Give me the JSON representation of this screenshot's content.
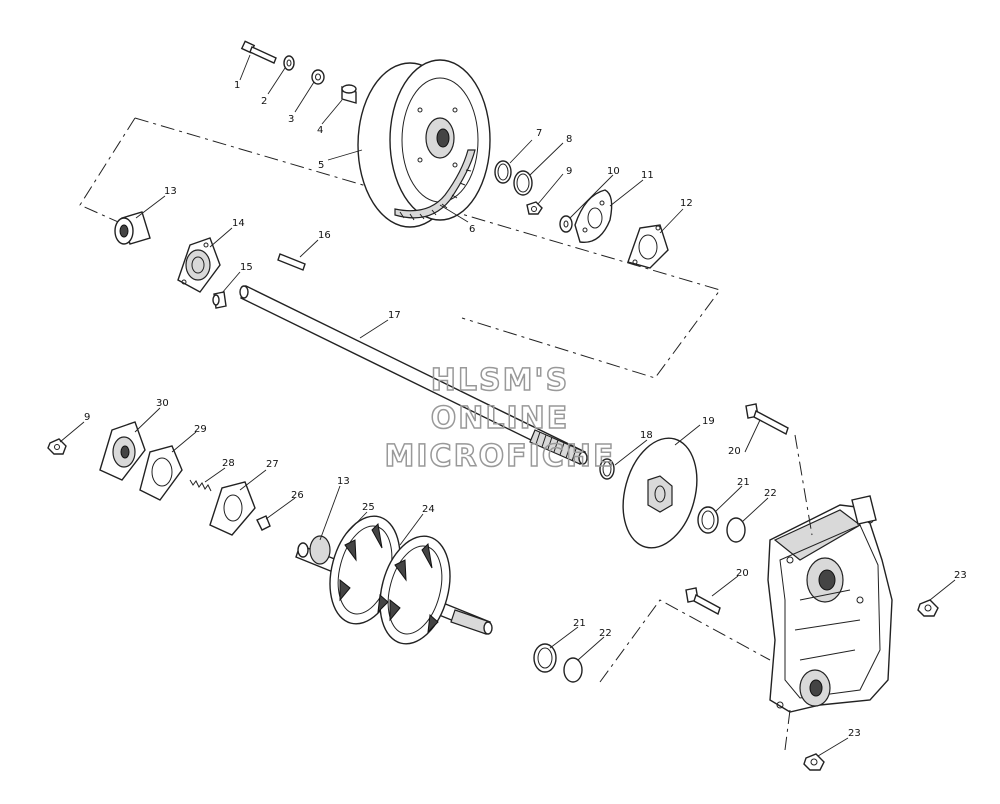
{
  "callouts": [
    "1",
    "2",
    "3",
    "4",
    "5",
    "6",
    "7",
    "8",
    "9",
    "10",
    "11",
    "12",
    "13",
    "14",
    "15",
    "16",
    "17",
    "9",
    "30",
    "29",
    "28",
    "27",
    "26",
    "13",
    "25",
    "24",
    "18",
    "19",
    "20",
    "21",
    "22",
    "20",
    "23",
    "21",
    "22",
    "23"
  ],
  "watermark": {
    "line1": "HLSM'S",
    "line2": "ONLINE",
    "line3": "MICROFICHE"
  }
}
